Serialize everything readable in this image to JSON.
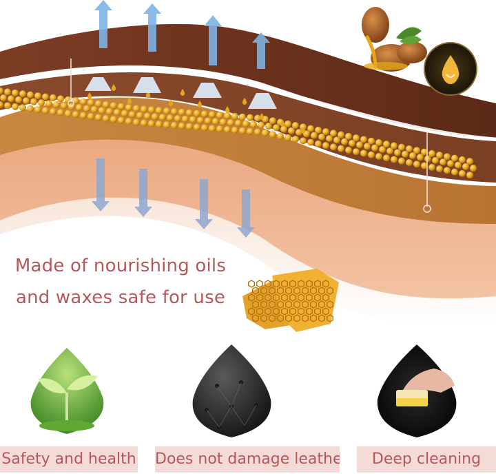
{
  "headline": {
    "line1": "Made of nourishing oils",
    "line2": "and waxes safe for use"
  },
  "features": [
    {
      "label": "Safety and health",
      "icon": "sprout-icon"
    },
    {
      "label": "Does not damage leather",
      "icon": "tufted-leather-icon"
    },
    {
      "label": "Deep cleaning",
      "icon": "cleaning-sponge-icon"
    }
  ],
  "colors": {
    "text": "#b5585c",
    "label_background": "#f3dcd7",
    "oil_drop": "#e6a61b"
  }
}
